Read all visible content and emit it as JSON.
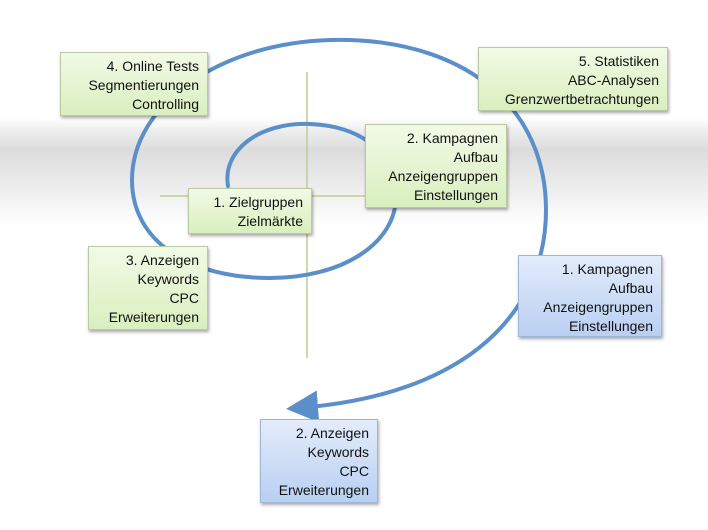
{
  "colors": {
    "spiral": "#5b8fc9",
    "axes": "#b9cf93",
    "green_box": "#d9efbf",
    "blue_box": "#b9cff2"
  },
  "boxes": {
    "zielgruppen": {
      "lines": [
        "1.    Zielgruppen",
        "Zielmärkte"
      ]
    },
    "kampagnen_inner": {
      "lines": [
        "2. Kampagnen",
        "Aufbau",
        "Anzeigengruppen",
        "Einstellungen"
      ]
    },
    "anzeigen_inner": {
      "lines": [
        "3. Anzeigen",
        "Keywords",
        "CPC",
        "Erweiterungen"
      ]
    },
    "online_tests": {
      "lines": [
        "4. Online Tests",
        "Segmentierungen",
        "Controlling"
      ]
    },
    "statistiken": {
      "lines": [
        "5. Statistiken",
        "ABC-Analysen",
        "Grenzwertbetrachtungen"
      ]
    },
    "kampagnen_outer": {
      "lines": [
        "1. Kampagnen",
        "Aufbau",
        "Anzeigengruppen",
        "Einstellungen"
      ]
    },
    "anzeigen_outer": {
      "lines": [
        "2. Anzeigen",
        "Keywords",
        "CPC",
        "Erweiterungen"
      ]
    }
  }
}
